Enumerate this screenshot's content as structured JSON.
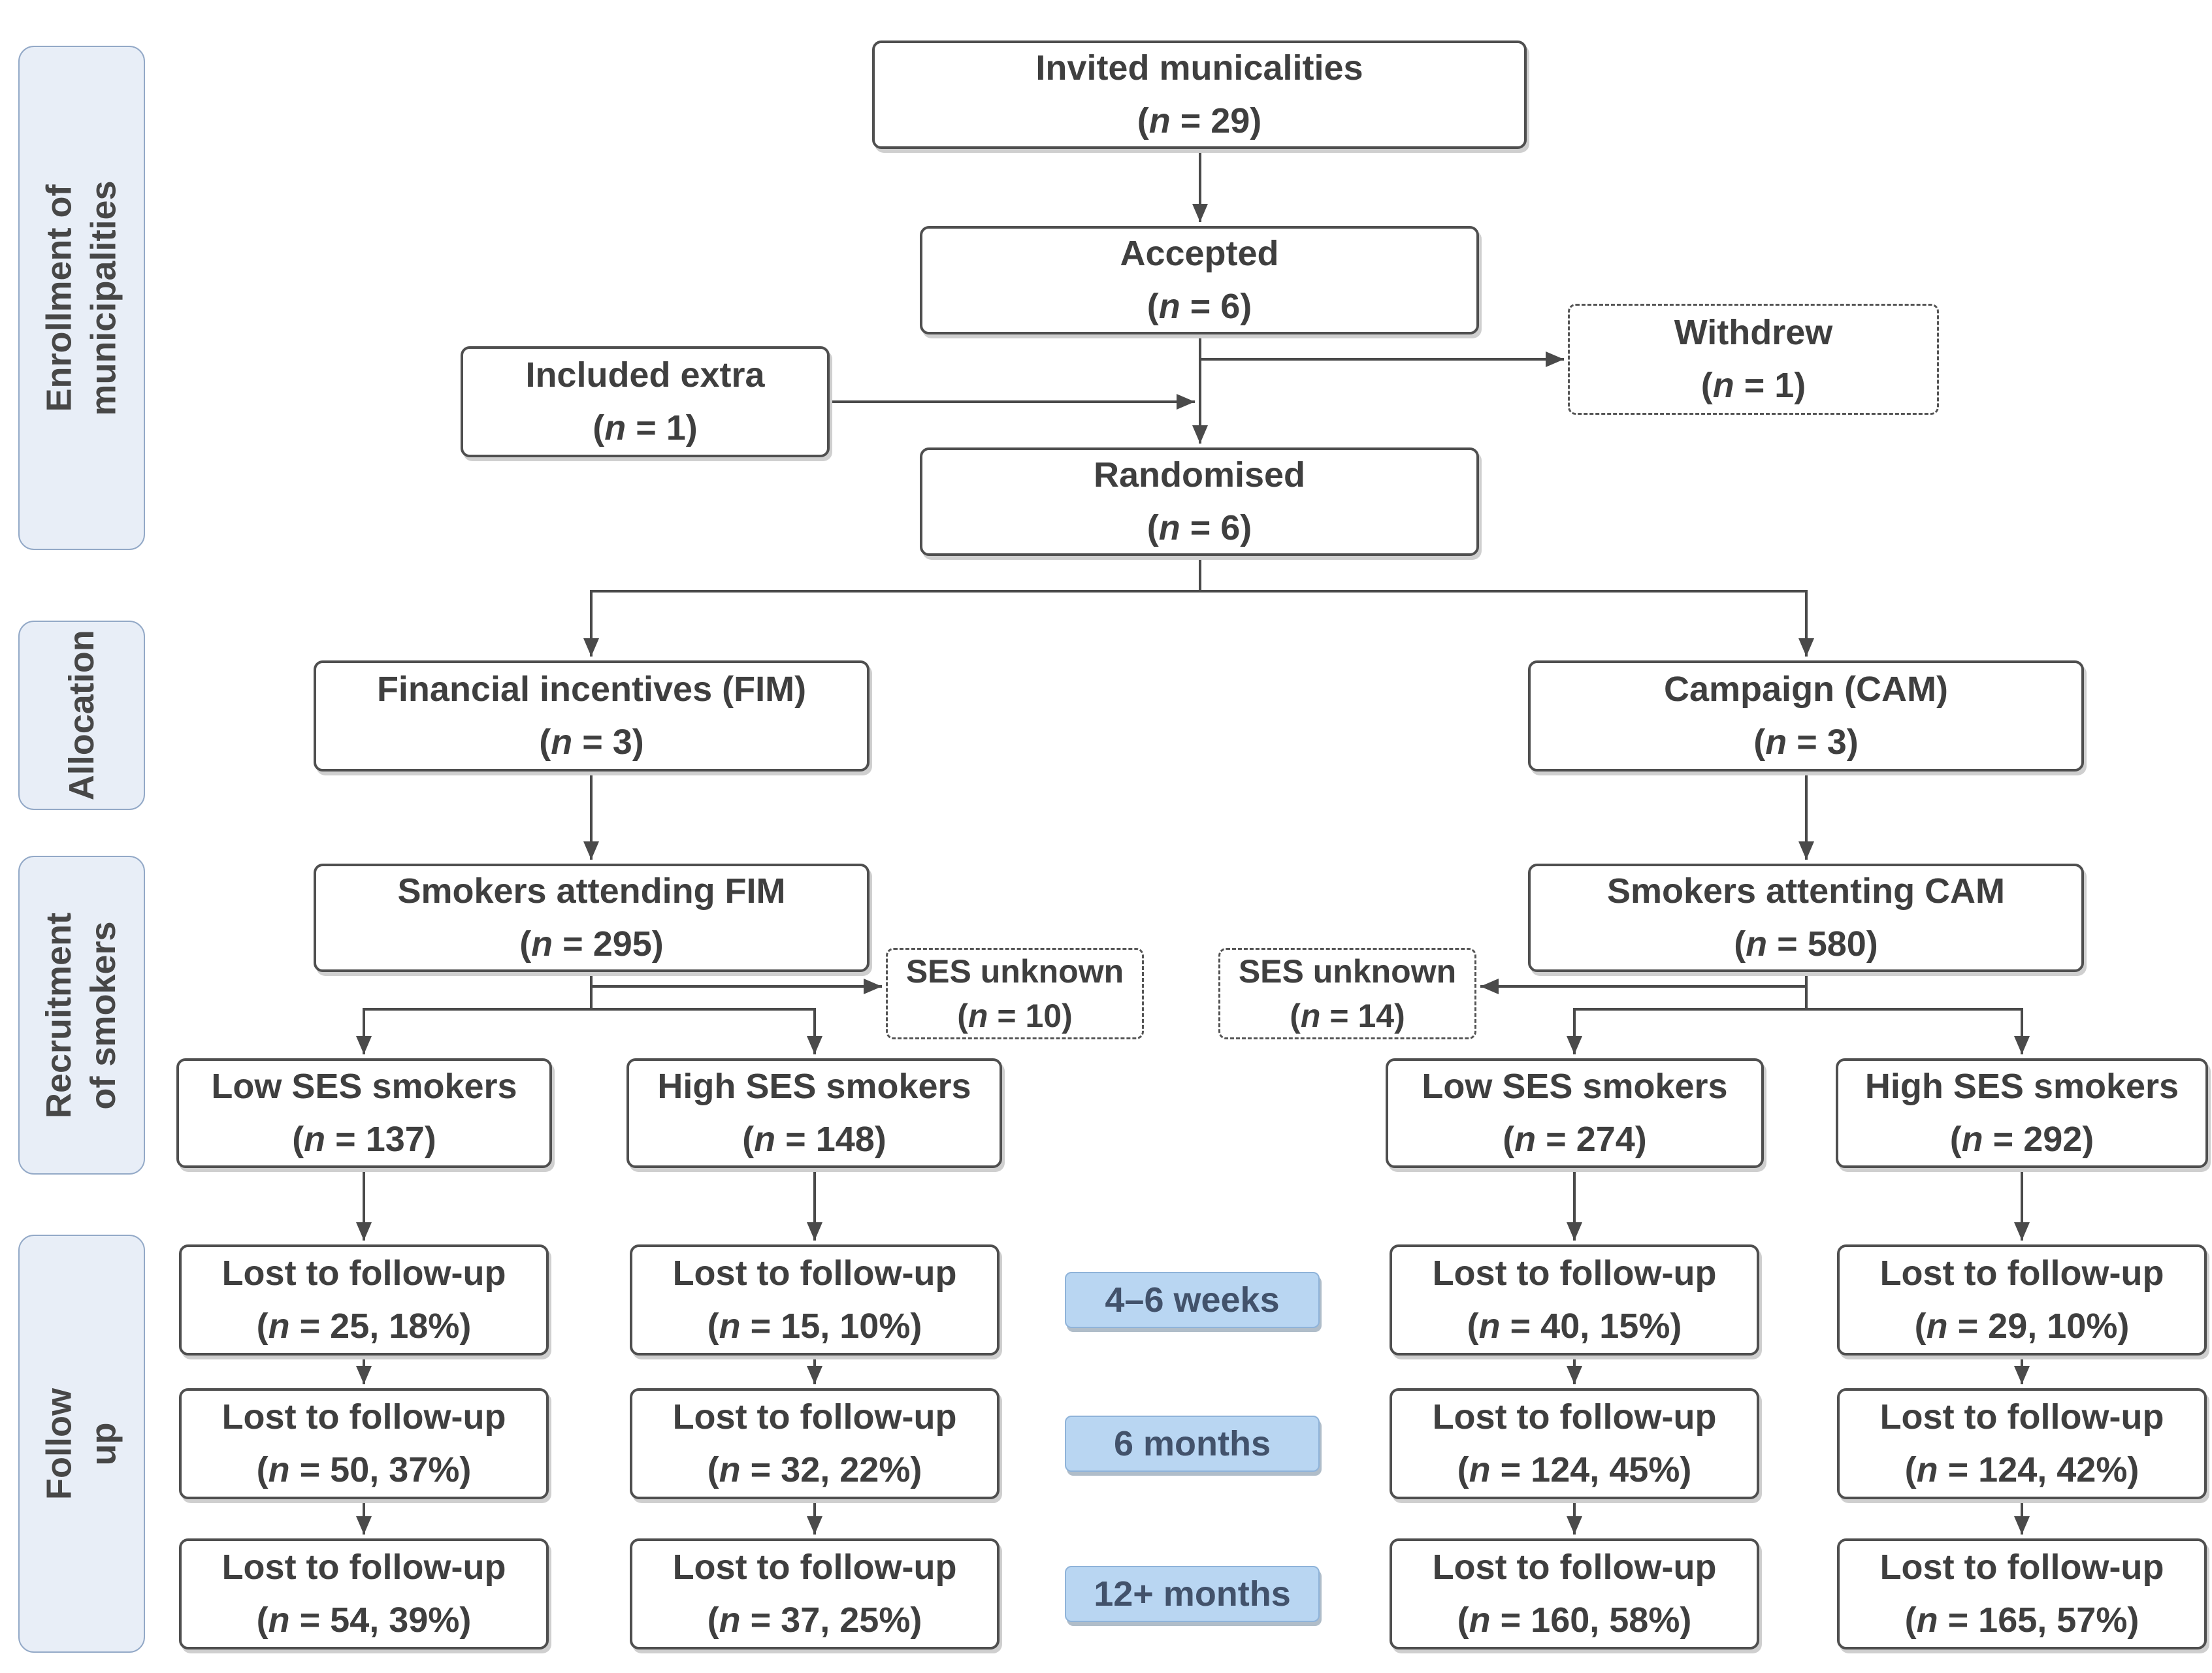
{
  "sidebar": {
    "items": [
      {
        "label": "Enrollment of\nmunicipalities"
      },
      {
        "label": "Allocation"
      },
      {
        "label": "Recruitment\nof smokers"
      },
      {
        "label": "Follow up"
      }
    ]
  },
  "boxes": {
    "invited": {
      "label": "Invited municalities",
      "n": "(n = 29)"
    },
    "accepted": {
      "label": "Accepted",
      "n": "(n = 6)"
    },
    "included_extra": {
      "label": "Included extra",
      "n": "(n = 1)"
    },
    "withdrew": {
      "label": "Withdrew",
      "n": "(n = 1)"
    },
    "randomised": {
      "label": "Randomised",
      "n": "(n = 6)"
    },
    "fim": {
      "label": "Financial incentives (FIM)",
      "n": "(n = 3)"
    },
    "cam": {
      "label": "Campaign (CAM)",
      "n": "(n = 3)"
    },
    "smokers_fim": {
      "label": "Smokers attending FIM",
      "n": "(n = 295)"
    },
    "smokers_cam": {
      "label": "Smokers attenting CAM",
      "n": "(n = 580)"
    },
    "ses_unknown_fim": {
      "label": "SES unknown",
      "n": "(n = 10)"
    },
    "ses_unknown_cam": {
      "label": "SES unknown",
      "n": "(n = 14)"
    },
    "low_ses_fim": {
      "label": "Low SES smokers",
      "n": "(n = 137)"
    },
    "high_ses_fim": {
      "label": "High SES smokers",
      "n": "(n = 148)"
    },
    "low_ses_cam": {
      "label": "Low SES smokers",
      "n": "(n = 274)"
    },
    "high_ses_cam": {
      "label": "High SES smokers",
      "n": "(n = 292)"
    }
  },
  "followup": {
    "timepoints": [
      "4–6 weeks",
      "6 months",
      "12+ months"
    ],
    "columns": [
      {
        "name": "fim-low-ses",
        "rows": [
          {
            "label": "Lost to follow-up",
            "n": "(n = 25, 18%)"
          },
          {
            "label": "Lost to follow-up",
            "n": "(n = 50, 37%)"
          },
          {
            "label": "Lost to follow-up",
            "n": "(n = 54, 39%)"
          }
        ]
      },
      {
        "name": "fim-high-ses",
        "rows": [
          {
            "label": "Lost to follow-up",
            "n": "(n = 15, 10%)"
          },
          {
            "label": "Lost to follow-up",
            "n": "(n = 32, 22%)"
          },
          {
            "label": "Lost to follow-up",
            "n": "(n = 37, 25%)"
          }
        ]
      },
      {
        "name": "cam-low-ses",
        "rows": [
          {
            "label": "Lost to follow-up",
            "n": "(n = 40, 15%)"
          },
          {
            "label": "Lost to follow-up",
            "n": "(n = 124, 45%)"
          },
          {
            "label": "Lost to follow-up",
            "n": "(n = 160, 58%)"
          }
        ]
      },
      {
        "name": "cam-high-ses",
        "rows": [
          {
            "label": "Lost to follow-up",
            "n": "(n = 29, 10%)"
          },
          {
            "label": "Lost to follow-up",
            "n": "(n = 124, 42%)"
          },
          {
            "label": "Lost to follow-up",
            "n": "(n = 165, 57%)"
          }
        ]
      }
    ]
  },
  "colors": {
    "sidebar_fill": "#e8eef7",
    "sidebar_border": "#93a9c7",
    "timepoint_fill": "#b9d6f2",
    "timepoint_border": "#8fb3d9",
    "line_color": "#4a4a4a",
    "box_border": "#4f4f4f",
    "text_color": "#3f3f3f"
  }
}
